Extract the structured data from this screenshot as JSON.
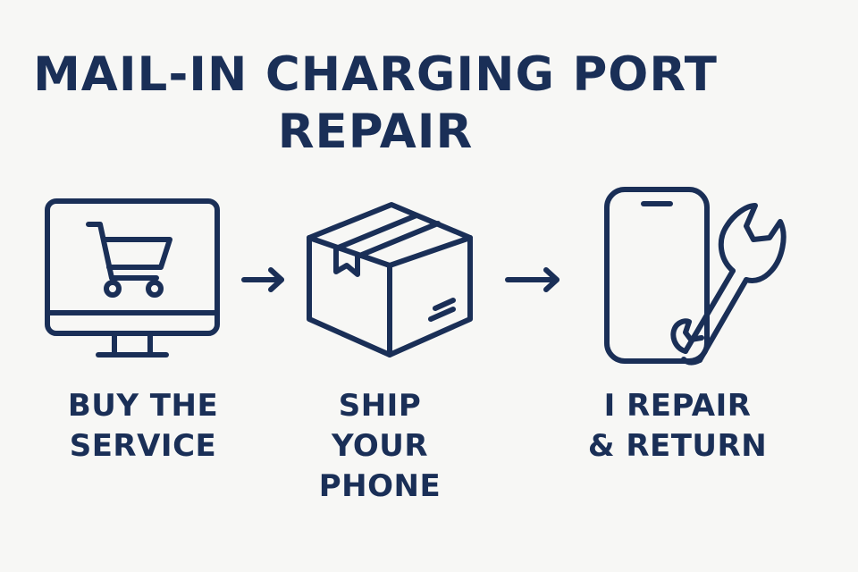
{
  "title": {
    "line1": "MAIL-IN CHARGING PORT",
    "line2": "REPAIR"
  },
  "steps": [
    {
      "icon": "monitor-cart-icon",
      "lines": [
        "BUY THE",
        "SERVICE"
      ]
    },
    {
      "icon": "shipping-box-icon",
      "lines": [
        "SHIP",
        "YOUR",
        "PHONE"
      ]
    },
    {
      "icon": "phone-wrench-icon",
      "lines": [
        "I REPAIR",
        "& RETURN"
      ]
    }
  ],
  "connectors": [
    "arrow-right-icon",
    "arrow-right-icon"
  ],
  "colors": {
    "background": "#f7f7f5",
    "ink": "#1a2f57"
  }
}
